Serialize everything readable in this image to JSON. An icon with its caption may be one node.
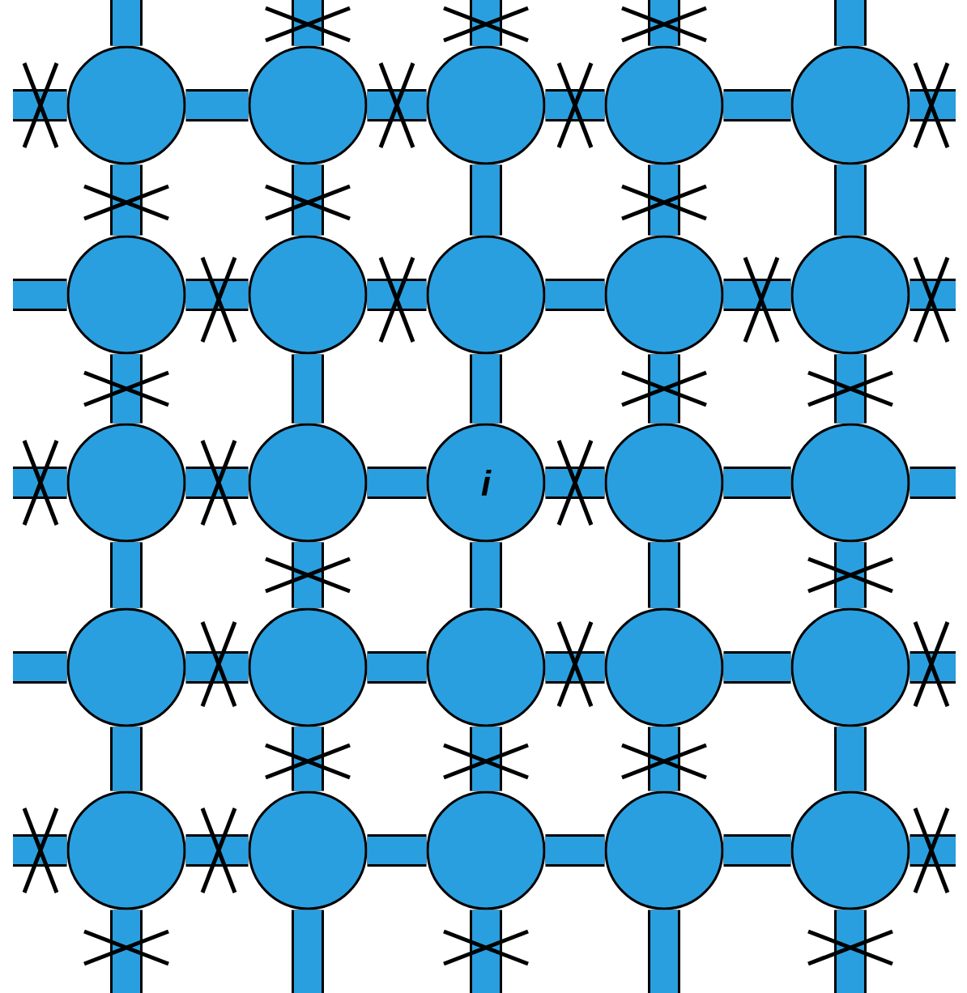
{
  "diagram": {
    "nodes": [
      {
        "text": [],
        "shape": "circle"
      },
      {
        "text": [],
        "shape": "circle"
      },
      {
        "text": [],
        "shape": "circle"
      },
      {
        "text": [],
        "shape": "circle"
      },
      {
        "text": [],
        "shape": "circle"
      },
      {
        "text": [],
        "shape": "circle"
      },
      {
        "text": [],
        "shape": "circle"
      },
      {
        "text": [],
        "shape": "circle"
      },
      {
        "text": [],
        "shape": "circle"
      },
      {
        "text": [],
        "shape": "circle"
      },
      {
        "text": [],
        "shape": "circle"
      },
      {
        "text": [],
        "shape": "circle"
      },
      {
        "text": [
          "i"
        ]
      },
      {
        "text": [],
        "shape": "circle"
      },
      {
        "text": [],
        "shape": "circle"
      },
      {
        "text": [],
        "shape": "circle"
      },
      {
        "text": [],
        "shape": "circle"
      },
      {
        "text": [],
        "shape": "circle"
      },
      {
        "text": [],
        "shape": "circle"
      },
      {
        "text": [],
        "shape": "circle"
      },
      {
        "text": [],
        "shape": "circle"
      },
      {
        "text": [],
        "shape": "circle"
      },
      {
        "text": [],
        "shape": "circle"
      },
      {
        "text": [],
        "shape": "circle"
      },
      {
        "text": [],
        "shape": "circle"
      }
    ],
    "edges": [
      {
        "from": 0,
        "to": 1,
        "arrow": "none"
      },
      {
        "from": 1,
        "to": 2,
        "arrow": "none"
      },
      {
        "from": 2,
        "to": 3,
        "arrow": "none"
      },
      {
        "from": 3,
        "to": 4,
        "arrow": "none"
      },
      {
        "from": 5,
        "to": 6,
        "arrow": "none"
      },
      {
        "from": 6,
        "to": 7,
        "arrow": "none"
      },
      {
        "from": 7,
        "to": 8,
        "arrow": "none"
      },
      {
        "from": 8,
        "to": 9,
        "arrow": "none"
      },
      {
        "from": 10,
        "to": 11,
        "arrow": "none"
      },
      {
        "from": 11,
        "to": 12,
        "arrow": "none"
      },
      {
        "from": 12,
        "to": 13,
        "arrow": "none"
      },
      {
        "from": 13,
        "to": 14,
        "arrow": "none"
      },
      {
        "from": 15,
        "to": 16,
        "arrow": "none"
      },
      {
        "from": 16,
        "to": 17,
        "arrow": "none"
      },
      {
        "from": 17,
        "to": 18,
        "arrow": "none"
      },
      {
        "from": 18,
        "to": 19,
        "arrow": "none"
      },
      {
        "from": 20,
        "to": 21,
        "arrow": "none"
      },
      {
        "from": 21,
        "to": 22,
        "arrow": "none"
      },
      {
        "from": 22,
        "to": 23,
        "arrow": "none"
      },
      {
        "from": 23,
        "to": 24,
        "arrow": "none"
      },
      {
        "from": 0,
        "to": 5,
        "arrow": "none"
      },
      {
        "from": 1,
        "to": 6,
        "arrow": "none"
      },
      {
        "from": 2,
        "to": 7,
        "arrow": "none"
      },
      {
        "from": 3,
        "to": 8,
        "arrow": "none"
      },
      {
        "from": 4,
        "to": 9,
        "arrow": "none"
      },
      {
        "from": 5,
        "to": 10,
        "arrow": "none"
      },
      {
        "from": 6,
        "to": 11,
        "arrow": "none"
      },
      {
        "from": 7,
        "to": 12,
        "arrow": "none"
      },
      {
        "from": 8,
        "to": 13,
        "arrow": "none"
      },
      {
        "from": 9,
        "to": 14,
        "arrow": "none"
      },
      {
        "from": 10,
        "to": 15,
        "arrow": "none"
      },
      {
        "from": 11,
        "to": 16,
        "arrow": "none"
      },
      {
        "from": 12,
        "to": 17,
        "arrow": "none"
      },
      {
        "from": 13,
        "to": 18,
        "arrow": "none"
      },
      {
        "from": 14,
        "to": 19,
        "arrow": "none"
      },
      {
        "from": 15,
        "to": 20,
        "arrow": "none"
      },
      {
        "from": 16,
        "to": 21,
        "arrow": "none"
      },
      {
        "from": 17,
        "to": 22,
        "arrow": "none"
      },
      {
        "from": 18,
        "to": 23,
        "arrow": "none"
      },
      {
        "from": 19,
        "to": 24,
        "arrow": "none"
      },
      {
        "from": null,
        "to": 0,
        "arrow": "none"
      },
      {
        "from": null,
        "to": 5,
        "arrow": "none"
      },
      {
        "from": null,
        "to": 10,
        "arrow": "none"
      },
      {
        "from": null,
        "to": 15,
        "arrow": "none"
      },
      {
        "from": null,
        "to": 20,
        "arrow": "none"
      },
      {
        "from": null,
        "to": 4,
        "arrow": "none"
      },
      {
        "from": null,
        "to": 9,
        "arrow": "none"
      },
      {
        "from": null,
        "to": 14,
        "arrow": "none"
      },
      {
        "from": null,
        "to": 19,
        "arrow": "none"
      },
      {
        "from": null,
        "to": 24,
        "arrow": "none"
      },
      {
        "from": null,
        "to": 0,
        "arrow": "none"
      },
      {
        "from": null,
        "to": 1,
        "arrow": "none"
      },
      {
        "from": null,
        "to": 2,
        "arrow": "none"
      },
      {
        "from": null,
        "to": 3,
        "arrow": "none"
      },
      {
        "from": null,
        "to": 4,
        "arrow": "none"
      },
      {
        "from": null,
        "to": 20,
        "arrow": "none"
      },
      {
        "from": null,
        "to": 21,
        "arrow": "none"
      },
      {
        "from": null,
        "to": 22,
        "arrow": "none"
      },
      {
        "from": null,
        "to": 23,
        "arrow": "none"
      },
      {
        "from": null,
        "to": 24,
        "arrow": "none"
      }
    ]
  }
}
